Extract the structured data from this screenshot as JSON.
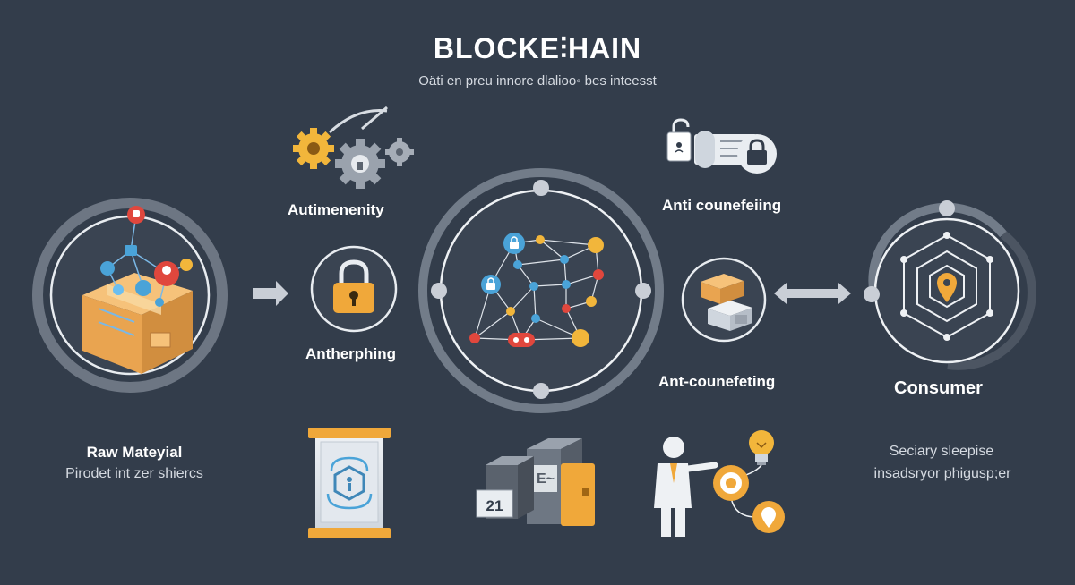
{
  "header": {
    "title": "BLOCKE⫶HAIN",
    "subtitle": "Oäti en preu innore dlalioo◦ bes inteesst"
  },
  "labels": {
    "raw_material_title": "Raw Mateyial",
    "raw_material_sub": "Pirodet int  zer shiercs",
    "authenticity": "Autimenenity",
    "antherphing": "Antherphing",
    "anti_counterfeiting_top": "Anti counefeiing",
    "anti_counterfeiting_mid": "Ant-counefeting",
    "consumer": "Consumer",
    "consumer_sub_1": "Seciary sleepise",
    "consumer_sub_2": "insadsryor phigusp;er"
  },
  "icons": {
    "calendar_number": "21",
    "server_glyph": "E~"
  },
  "colors": {
    "background": "#333d4b",
    "accent_orange": "#f0a83a",
    "ring_gray": "#7d8794",
    "node_blue": "#4aa3d8",
    "node_red": "#e0473d",
    "node_yellow": "#f2b63b"
  }
}
